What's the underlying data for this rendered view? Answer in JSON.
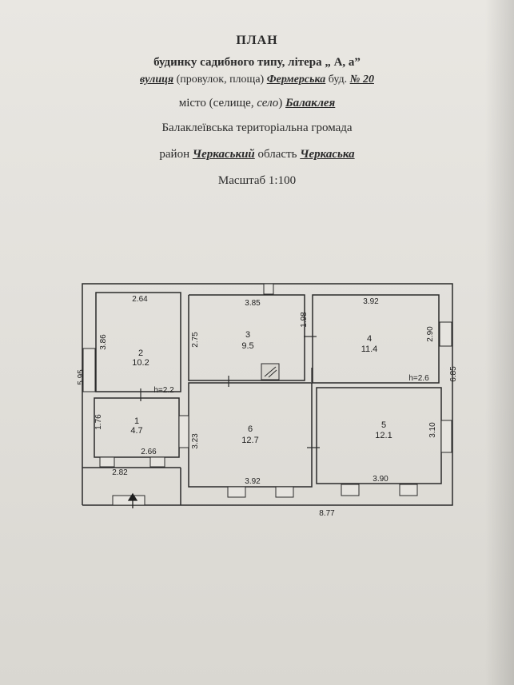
{
  "header": {
    "title": "ПЛАН",
    "subtitle": "будинку садибного типу, літера „ А, а”",
    "street_prefix": "вулиця",
    "street_middle": "(провулок, площа)",
    "street_name": "Фермерська",
    "building_label": "буд.",
    "building_number": "№ 20",
    "city_prefix": "місто (селище,",
    "city_type": "село",
    "city_close": ")",
    "city_name": "Балаклея",
    "community": "Балаклеївська територіальна громада",
    "district_label": "район",
    "district_name": "Черкаський",
    "region_label": "область",
    "region_name": "Черкаська",
    "scale": "Масштаб 1:100"
  },
  "rooms": [
    {
      "number": "1",
      "area": "4.7"
    },
    {
      "number": "2",
      "area": "10.2"
    },
    {
      "number": "3",
      "area": "9.5"
    },
    {
      "number": "4",
      "area": "11.4"
    },
    {
      "number": "5",
      "area": "12.1"
    },
    {
      "number": "6",
      "area": "12.7"
    }
  ],
  "dimensions": {
    "r2_top": "2.64",
    "r2_side": "3.86",
    "r1_side": "1.76",
    "r1_bottom": "2.66",
    "veranda": "2.82",
    "left_total": "5.95",
    "h1": "h=2.2",
    "r3_top": "3.85",
    "r3_left": "2.75",
    "r3_right": "1.98",
    "r6_left": "3.23",
    "r6_bottom": "3.92",
    "r4_top": "3.92",
    "r4_right": "2.90",
    "h2": "h=2.6",
    "right_total": "6.85",
    "r5_right": "3.10",
    "r5_bottom": "3.90",
    "bottom_total": "8.77"
  }
}
